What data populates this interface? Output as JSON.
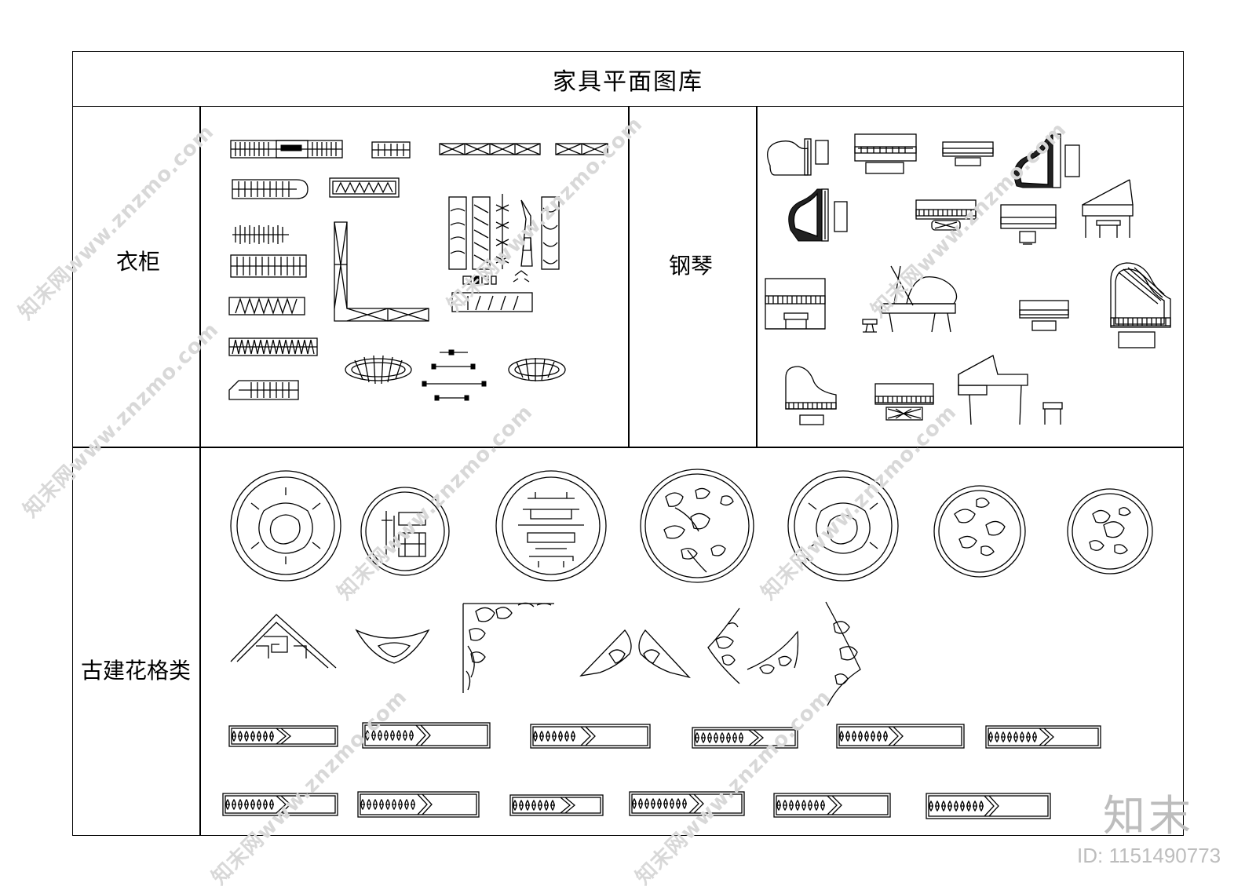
{
  "title": "家具平面图库",
  "categories": {
    "wardrobe": "衣柜",
    "piano": "钢琴",
    "carving": "古建花格类"
  },
  "watermark": {
    "text": "知末网www.znzmo.com",
    "logo": "知末",
    "id_text": "ID: 1151490773"
  },
  "colors": {
    "line": "#000000",
    "watermark": "#d8d8d8",
    "brand": "#bdbdbd"
  },
  "symbols": {
    "wardrobe_plans": 24,
    "piano_plans": 17,
    "round_medallions": 7,
    "corner_brackets": 8,
    "carved_beams": 12
  }
}
